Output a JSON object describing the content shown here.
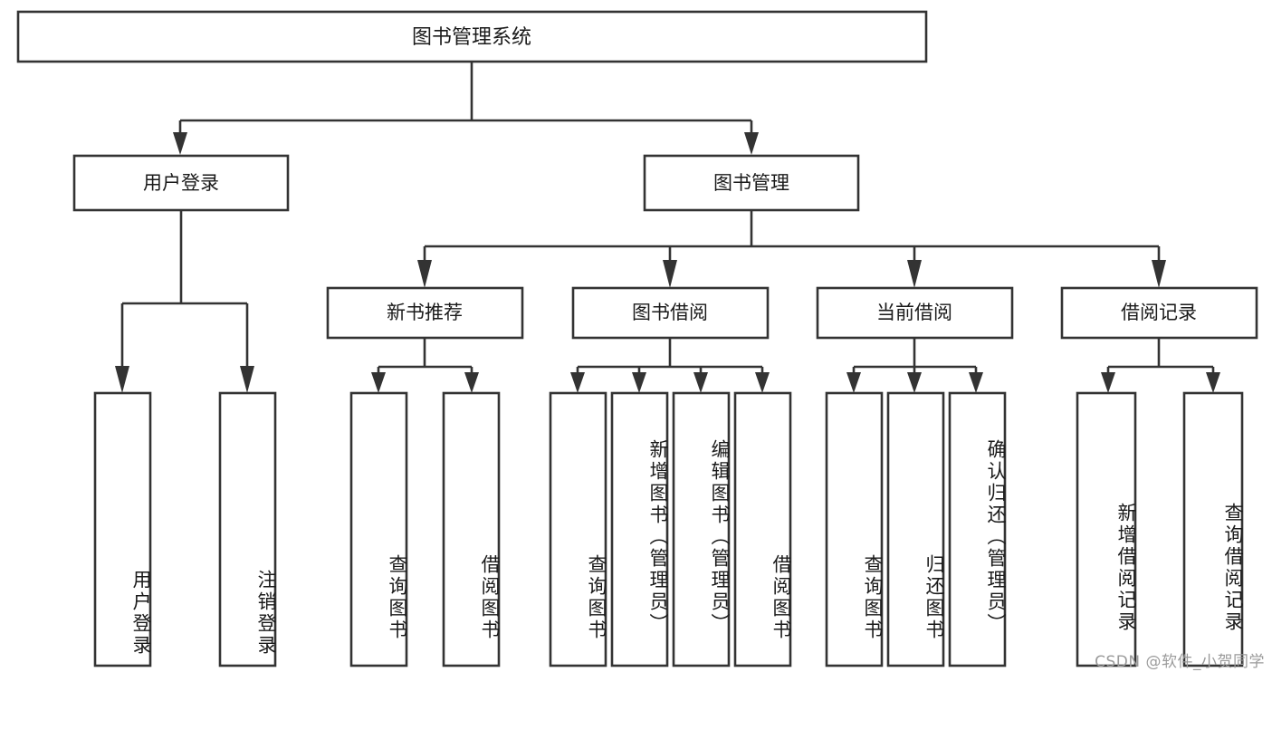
{
  "diagram": {
    "type": "tree-hierarchy",
    "title": "图书管理系统",
    "orientation": "top-down",
    "colors": {
      "box_stroke": "#333333",
      "box_fill": "#ffffff",
      "text": "#1a1a1a",
      "connector": "#333333",
      "watermark": "#9b9b9b",
      "background": "#ffffff"
    },
    "root": {
      "label": "图书管理系统"
    },
    "level2": [
      {
        "label": "用户登录"
      },
      {
        "label": "图书管理"
      }
    ],
    "level3": [
      {
        "label": "新书推荐"
      },
      {
        "label": "图书借阅"
      },
      {
        "label": "当前借阅"
      },
      {
        "label": "借阅记录"
      }
    ],
    "groups": [
      {
        "parent": "用户登录",
        "leaves": [
          {
            "label": "用户登录"
          },
          {
            "label": "注销登录"
          }
        ]
      },
      {
        "parent": "新书推荐",
        "leaves": [
          {
            "label": "查询图书"
          },
          {
            "label": "借阅图书"
          }
        ]
      },
      {
        "parent": "图书借阅",
        "leaves": [
          {
            "label": "查询图书"
          },
          {
            "label": "新增图书（管理员）"
          },
          {
            "label": "编辑图书（管理员）"
          },
          {
            "label": "借阅图书"
          }
        ]
      },
      {
        "parent": "当前借阅",
        "leaves": [
          {
            "label": "查询图书"
          },
          {
            "label": "归还图书"
          },
          {
            "label": "确认归还（管理员）"
          }
        ]
      },
      {
        "parent": "借阅记录",
        "leaves": [
          {
            "label": "新增借阅记录"
          },
          {
            "label": "查询借阅记录"
          }
        ]
      }
    ]
  },
  "watermark": {
    "text": "CSDN @软件_小贺同学"
  }
}
